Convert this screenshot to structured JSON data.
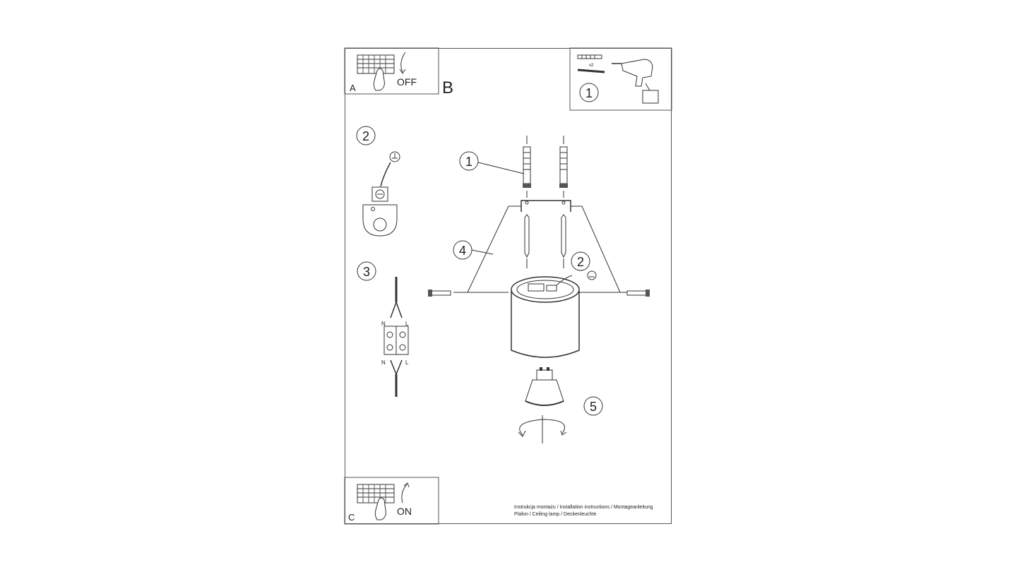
{
  "panels": {
    "a": {
      "letter": "A",
      "action": "OFF"
    },
    "b": {
      "letter": "B"
    },
    "c": {
      "letter": "C",
      "action": "ON"
    },
    "tools": {
      "step": "1",
      "qty": "x2"
    }
  },
  "steps": {
    "anchor": "1",
    "ground": "2",
    "wiring": "3",
    "mount": "4",
    "ground_inline": "2",
    "bulb": "5"
  },
  "wiring": {
    "n_top": "N",
    "l_top": "L",
    "n_bottom": "N",
    "l_bottom": "L"
  },
  "footer": {
    "line1": "Instrukcja montażu / installation instructions / Montageanleitung",
    "line2": "Plafon / Ceiling lamp / Deckenleuchte"
  }
}
